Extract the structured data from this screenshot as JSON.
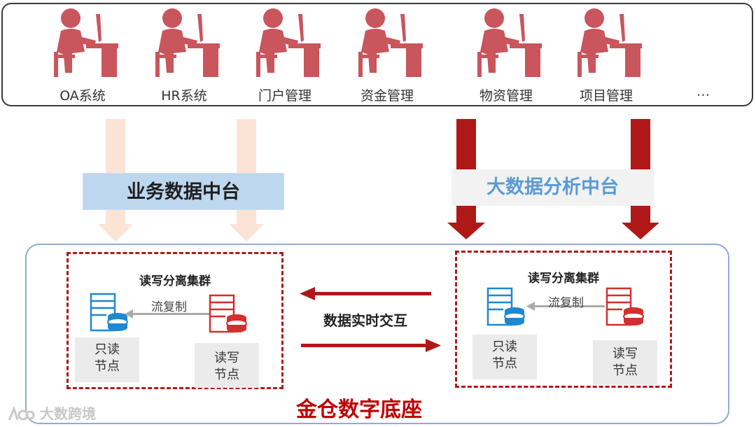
{
  "systems": [
    {
      "label": "OA系统"
    },
    {
      "label": "HR系统"
    },
    {
      "label": "门户管理"
    },
    {
      "label": "资金管理"
    },
    {
      "label": "物资管理"
    },
    {
      "label": "项目管理"
    }
  ],
  "more_systems": "...",
  "platforms": {
    "business": "业务数据中台",
    "bigdata": "大数据分析中台"
  },
  "clusters": {
    "left": {
      "title": "读写分离集群",
      "replication": "流复制",
      "read_only_node": "只读\n节点",
      "read_write_node": "读写\n节点"
    },
    "right": {
      "title": "读写分离集群",
      "replication": "流复制",
      "read_only_node": "只读\n节点",
      "read_write_node": "读写\n节点"
    }
  },
  "interaction": "数据实时交互",
  "base_title": "金仓数字底座",
  "watermark": "大数跨境",
  "colors": {
    "person": "#c9555d",
    "dark_arrow": "#b01818",
    "light_arrow": "#fbe3d6",
    "blue_db": "#1e88d0",
    "red_db": "#d32f2f",
    "business_fill": "#bcd7ee",
    "bigdata_text": "#5b9bd5",
    "base_title": "#c00000"
  }
}
